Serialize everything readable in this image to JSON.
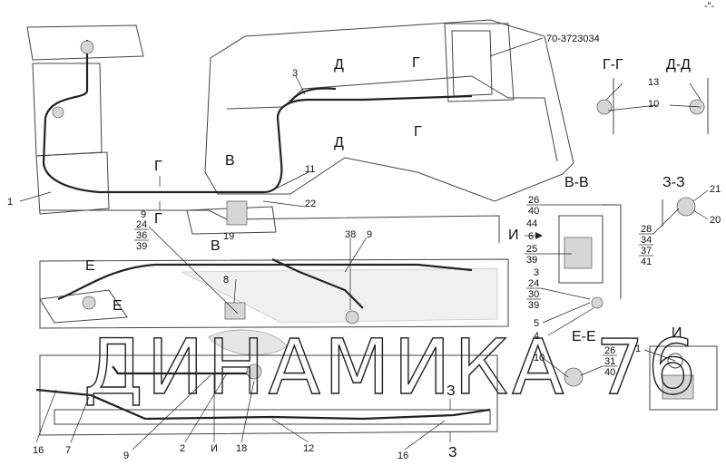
{
  "corner_mark": "-\"-",
  "drawing_number": "70-3723034",
  "watermark": "ДИНАМИКА 76",
  "section_titles": {
    "g": "Г-Г",
    "d": "Д-Д",
    "v": "В-В",
    "z": "З-З",
    "e": "Е-Е",
    "i": "И"
  },
  "section_marks": {
    "d_top": "Д",
    "d_mid": "Д",
    "g_top": "Г",
    "g_right": "Г",
    "g_left_top": "Г",
    "g_left_bot": "Г",
    "v_top": "В",
    "v_bot": "В",
    "e_top": "Е",
    "e_bot": "Е",
    "z_top": "З",
    "z_bot": "З",
    "i_arrow": "И",
    "i_bottom": "И"
  },
  "labels": {
    "l1": "1",
    "l3": "3",
    "l9a": "9",
    "l11": "11",
    "l22": "22",
    "l19": "19",
    "l38": "38",
    "l9b": "9",
    "l8": "8",
    "l13": "13",
    "l10a": "10",
    "l6": "6",
    "l44": "44",
    "l3b": "3",
    "l5": "5",
    "l4": "4",
    "l21": "21",
    "l20": "20",
    "l10b": "10",
    "l1b": "1",
    "b16a": "16",
    "b7": "7",
    "b9": "9",
    "b2": "2",
    "b18": "18",
    "b12": "12",
    "b16b": "16"
  },
  "stacks": {
    "s_9_24": [
      "24",
      "36",
      "39"
    ],
    "s_26_40": [
      "26",
      "40"
    ],
    "s_25_39": [
      "25",
      "39"
    ],
    "s_24_30_39": [
      "24",
      "30",
      "39"
    ],
    "s_28": [
      "28",
      "34",
      "37",
      "41"
    ],
    "s_26_31_40": [
      "26",
      "31",
      "40"
    ]
  }
}
